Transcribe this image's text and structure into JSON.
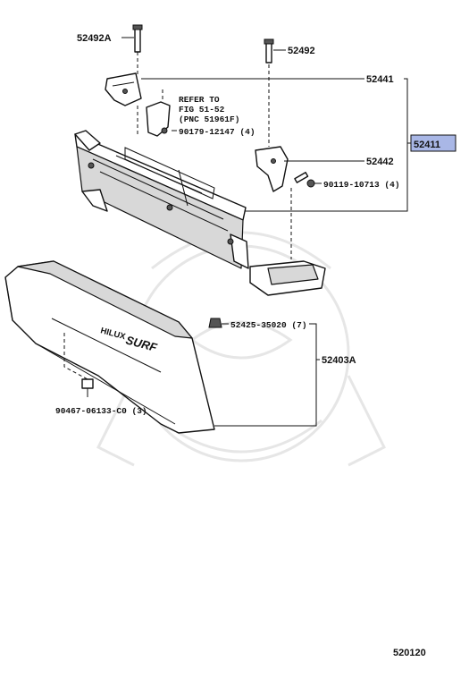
{
  "diagram_code": "520120",
  "highlight_color": "#a9b7e6",
  "callouts": {
    "c52492A": "52492A",
    "c52492": "52492",
    "c52441": "52441",
    "c52411": "52411",
    "c52442": "52442",
    "refer_line1": "REFER TO",
    "refer_line2": "FIG 51-52",
    "refer_line3": "(PNC 51961F)",
    "c90179": "90179-12147 (4)",
    "c90119": "90119-10713 (4)",
    "c52425": "52425-35020 (7)",
    "c52403A": "52403A",
    "c90467": "90467-06133-C0 (3)"
  },
  "emblem": {
    "model": "HILUX",
    "name": "SURF"
  }
}
